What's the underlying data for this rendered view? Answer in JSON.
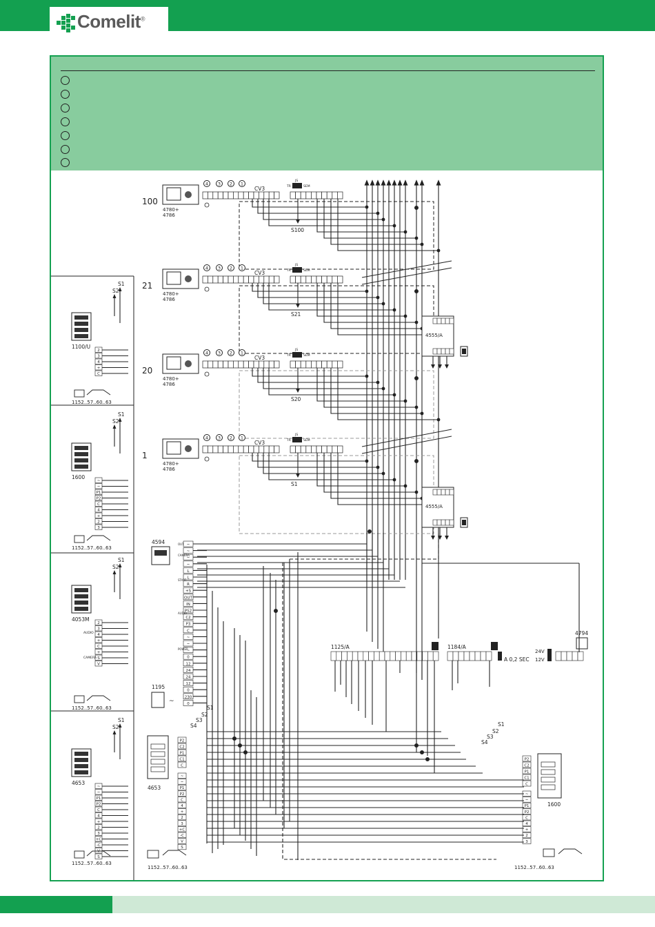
{
  "brand": {
    "name": "Comelit",
    "mark": "®",
    "primary_color": "#13a050",
    "panel_color": "#88cc9e",
    "footer_light": "#cfe9d6"
  },
  "apartments": [
    {
      "number": "100",
      "monitor": "4780+",
      "module": "4786",
      "switch": "S100"
    },
    {
      "number": "21",
      "monitor": "4780+",
      "module": "4786",
      "switch": "S21"
    },
    {
      "number": "20",
      "monitor": "4780+",
      "module": "4786",
      "switch": "S20"
    },
    {
      "number": "1",
      "monitor": "4780+",
      "module": "4786",
      "switch": "S1"
    }
  ],
  "monitor_labels": {
    "circles": [
      "4",
      "3",
      "2",
      "1"
    ],
    "cv": "CV3",
    "js": "JS",
    "tr": "TR",
    "sem": "SEM"
  },
  "distributors": [
    {
      "model": "4555/A"
    },
    {
      "model": "4555/A"
    }
  ],
  "entrance_panels": [
    {
      "model": "1100/U",
      "cable": "1152..57..60..63",
      "s1": "S1",
      "s2": "S2",
      "terminals": [
        "2",
        "3",
        "4",
        "+",
        "C"
      ]
    },
    {
      "model": "1600",
      "cable": "1152..57..60..63",
      "s1": "S1",
      "s2": "S2",
      "terminals": [
        "~",
        "~",
        "P1",
        "P2",
        "C",
        "4",
        "+",
        "2",
        "3"
      ]
    },
    {
      "model": "4053M",
      "cable": "1152..57..60..63",
      "s1": "S1",
      "s2": "S2",
      "terminals": [
        "2",
        "3",
        "4",
        "+",
        "C",
        "+",
        "S",
        "V"
      ],
      "group_audio": "AUDIO",
      "group_camera": "CAMERA"
    },
    {
      "model": "4653",
      "cable": "1152..57..60..63",
      "s1": "S1",
      "s2": "S2",
      "terminals": [
        "~",
        "~",
        "P1",
        "P2",
        "C",
        "4",
        "+",
        "2",
        "3",
        "+C",
        "-C",
        "V",
        "S"
      ]
    }
  ],
  "central": {
    "model": "4594",
    "groups": [
      "OUT",
      "CAMERA",
      "START",
      "AUDIO",
      "POWER"
    ],
    "terminals": [
      "~",
      "~",
      "~",
      "~",
      "L",
      "L",
      "R",
      "+S",
      "OUT",
      "IN",
      "PS2",
      "C2",
      "P3",
      "C",
      "~",
      "~",
      "~",
      "0",
      "12",
      "24",
      "24",
      "12",
      "0",
      "230",
      "0"
    ]
  },
  "transformer": {
    "model": "1195",
    "symbol": "~"
  },
  "panels_bottom": [
    {
      "model": "4653",
      "cable": "1152..57..60..63",
      "s1": "S1",
      "s2": "S2",
      "s3": "S3",
      "s4": "S4",
      "terminals_top": [
        "P2",
        "C2",
        "P1",
        "C1",
        "C"
      ],
      "terminals": [
        "~",
        "~",
        "P1",
        "P2",
        "C",
        "4",
        "+",
        "2",
        "3",
        "+C",
        "-C",
        "V",
        "S"
      ]
    },
    {
      "model": "1600",
      "cable": "1152..57..60..63",
      "s1": "S1",
      "s2": "S2",
      "s3": "S3",
      "s4": "S4",
      "terminals_top": [
        "P2",
        "C2",
        "P1",
        "C1",
        "C"
      ],
      "terminals": [
        "~",
        "~",
        "P1",
        "P2",
        "C",
        "4",
        "+",
        "2",
        "3"
      ]
    }
  ],
  "modules": {
    "m1125": "1125/A",
    "m1184": "1184/A",
    "timer": "A 0,2 SEC",
    "relay": "4794",
    "v24": "24V",
    "v12": "12V"
  }
}
